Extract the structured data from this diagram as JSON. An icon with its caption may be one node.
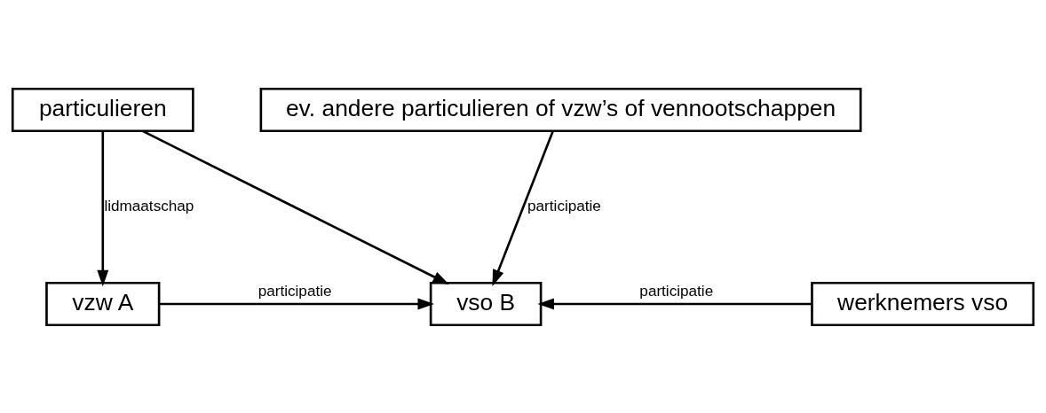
{
  "diagram": {
    "nodes": [
      {
        "text": [
          "particulieren"
        ]
      },
      {
        "text": [
          "ev. andere particulieren of vzw’s of vennootschappen"
        ]
      },
      {
        "text": [
          "vzw A"
        ]
      },
      {
        "text": [
          "vso B"
        ]
      },
      {
        "text": [
          "werknemers vso"
        ]
      }
    ],
    "edges": [
      {
        "from": 0,
        "to": 2,
        "arrow": "to",
        "label": "lidmaatschap"
      },
      {
        "from": 0,
        "to": 3,
        "arrow": "to"
      },
      {
        "from": 1,
        "to": 3,
        "arrow": "to",
        "label": "participatie"
      },
      {
        "from": 2,
        "to": 3,
        "arrow": "to",
        "label": "participatie"
      },
      {
        "from": 4,
        "to": 3,
        "arrow": "to",
        "label": "participatie"
      }
    ]
  }
}
